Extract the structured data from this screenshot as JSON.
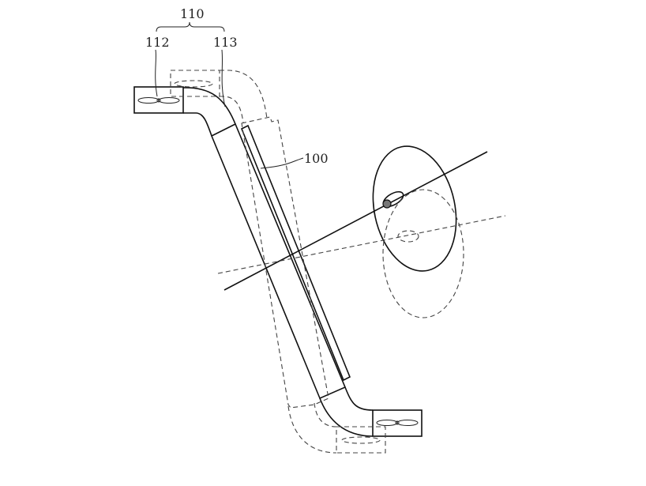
{
  "labels": {
    "assembly": "110",
    "fan": "112",
    "duct": "113",
    "panel": "100"
  },
  "colors": {
    "line": "#111111",
    "dashed": "#444444",
    "pupil": "#777777"
  }
}
